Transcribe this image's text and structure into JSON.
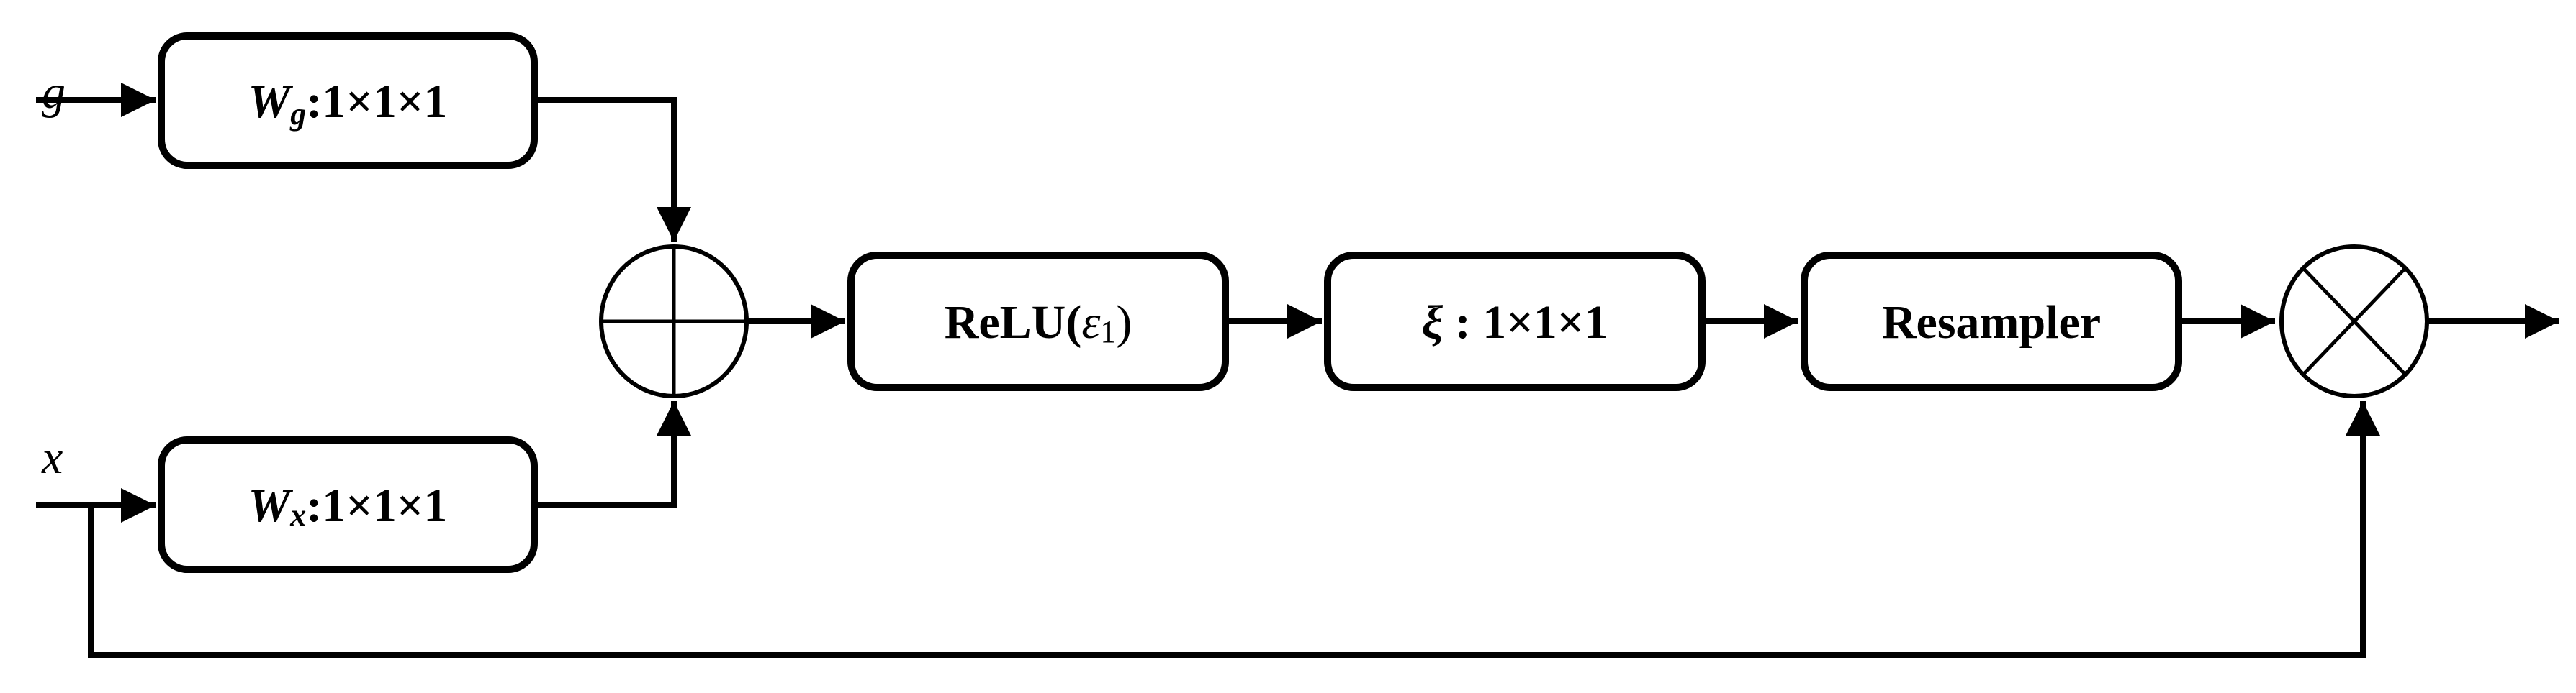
{
  "inputs": {
    "g": "g",
    "x": "x"
  },
  "blocks": {
    "wg": {
      "symbol": "W",
      "subscript": "g",
      "kernel": ":1×1×1"
    },
    "wx": {
      "symbol": "W",
      "subscript": "x",
      "kernel": ":1×1×1"
    },
    "relu": {
      "name": "ReLU(",
      "param": "ε",
      "param_sub": "1",
      "close": ")"
    },
    "xi": {
      "symbol": "ξ",
      "kernel": " : 1×1×1"
    },
    "resampler": {
      "label": "Resampler"
    }
  },
  "operators": {
    "add": "sum",
    "multiply": "product"
  }
}
